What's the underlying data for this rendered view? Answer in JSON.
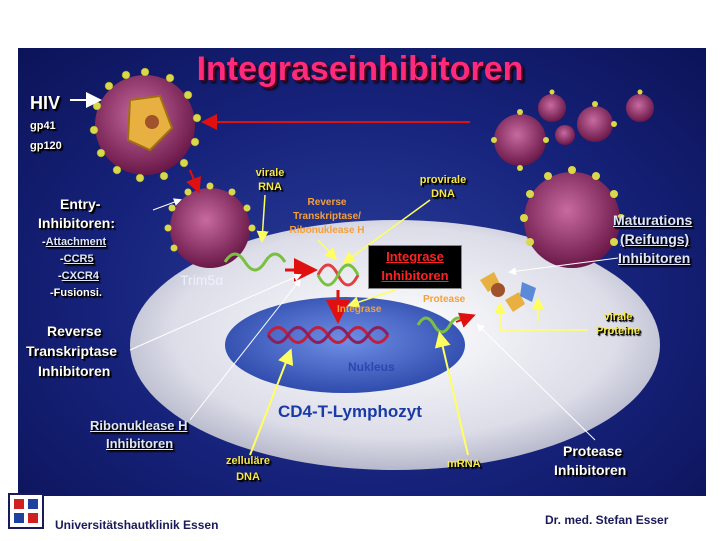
{
  "title": "Integraseinhibitoren",
  "labels": {
    "hiv": "HIV",
    "gp41": "gp41",
    "gp120": "gp120",
    "virale_rna_1": "virale",
    "virale_rna_2": "RNA",
    "provirale_1": "provirale",
    "provirale_2": "DNA",
    "rt_1": "Reverse",
    "rt_2": "Transkriptase/",
    "rt_3": "Ribonuklease H",
    "integrase_box_1": "Integrase",
    "integrase_box_2": "Inhibitoren",
    "entry_1": "Entry-",
    "entry_2": "Inhibitoren:",
    "entry_items": [
      "Attachment",
      "CCR5",
      "CXCR4",
      "Fusionsi."
    ],
    "trim": "Trim5α",
    "integrase": "Integrase",
    "protease": "Protease",
    "nukleus": "Nukleus",
    "rti_1": "Reverse",
    "rti_2": "Transkriptase",
    "rti_3": "Inhibitoren",
    "cell": "CD4-T-Lymphozyt",
    "ribo_1": "Ribonuklease H",
    "ribo_2": "Inhibitoren",
    "zell_1": "zelluläre",
    "zell_2": "DNA",
    "mrna": "mRNA",
    "pi_1": "Protease",
    "pi_2": "Inhibitoren",
    "mat_1": "Maturations",
    "mat_2": "(Reifungs)",
    "mat_3": "Inhibitoren",
    "vp_1": "virale",
    "vp_2": "Proteine"
  },
  "footer": {
    "institution": "Universitätshautklinik Essen",
    "author": "Dr. med. Stefan Esser"
  },
  "colors": {
    "title": "#ff2a7a",
    "panel": "#16227a",
    "virion": "#9a2a6a",
    "spike": "#d8d84a",
    "arrow_red": "#e01010",
    "arrow_yellow": "#ffff60",
    "cell": "#dfe0ec",
    "nucleus": "#3a5fc8"
  }
}
